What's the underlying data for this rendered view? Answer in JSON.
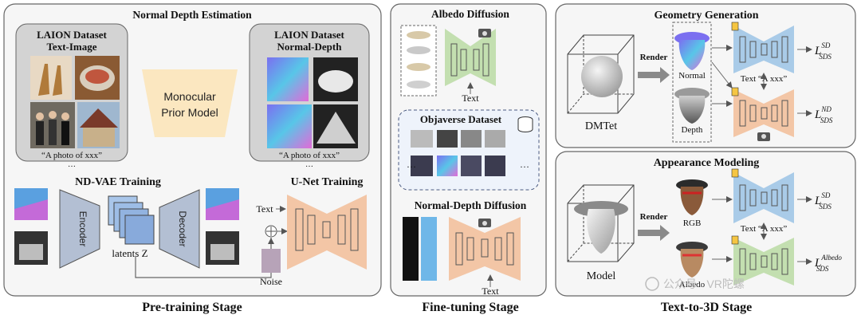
{
  "stages": {
    "pretraining": "Pre-training Stage",
    "finetuning": "Fine-tuning Stage",
    "text_to_3d": "Text-to-3D Stage"
  },
  "normal_depth_estimation": {
    "title": "Normal Depth Estimation",
    "laion_text_image": {
      "line1": "LAION Dataset",
      "line2": "Text-Image",
      "caption": "“A photo of xxx”",
      "more": "…"
    },
    "laion_normal_depth": {
      "line1": "LAION Dataset",
      "line2": "Normal-Depth",
      "caption": "“A photo of xxx”",
      "more": "…"
    },
    "prior_model": {
      "line1": "Monocular",
      "line2": "Prior Model"
    }
  },
  "nd_vae": {
    "title": "ND-VAE Training",
    "encoder": "Encoder",
    "decoder": "Decoder",
    "latents": "latents Z"
  },
  "unet": {
    "title": "U-Net Training",
    "text": "Text",
    "noise": "Noise"
  },
  "albedo_diffusion": {
    "title": "Albedo Diffusion",
    "text": "Text"
  },
  "objaverse": {
    "title": "Objaverse Dataset",
    "ellipsis": "…"
  },
  "normal_depth_diffusion": {
    "title": "Normal-Depth Diffusion",
    "text": "Text"
  },
  "geometry_generation": {
    "title": "Geometry Generation",
    "render": "Render",
    "dmtet": "DMTet",
    "normal": "Normal",
    "depth": "Depth",
    "text": "Text “A xxx”",
    "loss_top_main": "L",
    "loss_top_sup": "SD",
    "loss_top_sub": "SDS",
    "loss_bot_main": "L",
    "loss_bot_sup": "ND",
    "loss_bot_sub": "SDS"
  },
  "appearance_modeling": {
    "title": "Appearance Modeling",
    "render": "Render",
    "model": "Model",
    "rgb": "RGB",
    "albedo": "Albedo",
    "text": "Text “A xxx”",
    "loss_top_main": "L",
    "loss_top_sup": "SD",
    "loss_top_sub": "SDS",
    "loss_bot_main": "L",
    "loss_bot_sup": "Albedo",
    "loss_bot_sub": "SDS"
  },
  "watermark": "公众号 · VR陀螺",
  "colors": {
    "unet_orange": "#f3c6a6",
    "unet_blue": "#a9cbe8",
    "unet_green": "#c3dfb0",
    "vae_gray": "#b3bfd3",
    "prior_yellow": "#fbe7c0",
    "panel_border": "#555555"
  }
}
